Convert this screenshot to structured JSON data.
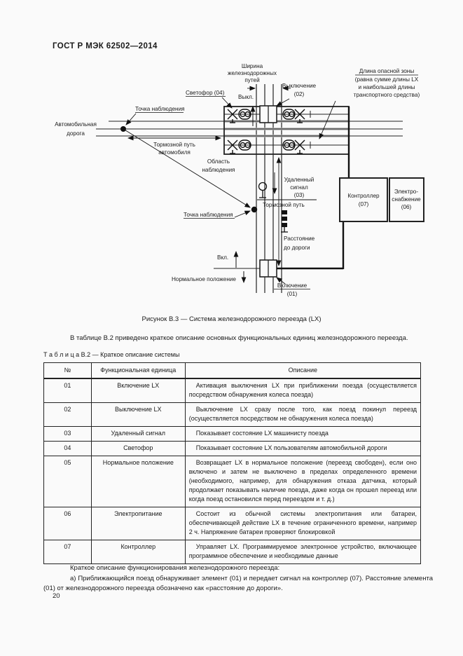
{
  "header": {
    "title": "ГОСТ Р МЭК  62502—2014"
  },
  "figure": {
    "caption": "Рисунок В.3 — Система железнодорожного переезда (LX)",
    "labels": {
      "track_width_1": "Ширина",
      "track_width_2": "железнодорожных",
      "track_width_3": "путей",
      "danger_1": "Длина опасной зоны",
      "danger_2": "(равна сумме длины LX",
      "danger_3": "и наибольшей длины",
      "danger_4": "транспортного средства)",
      "svetofor": "Светофор (04)",
      "vykl": "Выкл.",
      "off_1": "Выключение",
      "off_2": "(02)",
      "tochka1": "Точка наблюдения",
      "road_1": "Автомобильная",
      "road_2": "дорога",
      "brake_car_1": "Тормозной путь",
      "brake_car_2": "автомобиля",
      "oblast_1": "Область",
      "oblast_2": "наблюдения",
      "tochka2": "Точка наблюдения",
      "remote_1": "Удаленный",
      "remote_2": "сигнал",
      "remote_3": "(03)",
      "brake_train": "Тормозной путь",
      "distance_1": "Расстояние",
      "distance_2": "до дороги",
      "controller_1": "Контроллер",
      "controller_2": "(07)",
      "power_1": "Электро-",
      "power_2": "снабжение",
      "power_3": "(06)",
      "vkl": "Вкл.",
      "normal": "Нормальное положение",
      "on_1": "Включение",
      "on_2": "(01)"
    }
  },
  "intro": {
    "text": "В таблице В.2 приведено краткое описание основных функциональных единиц железнодорожного переезда."
  },
  "table": {
    "title": "Т а б л и ц а   В.2 — Краткое описание системы",
    "headers": {
      "num": "№",
      "unit": "Функциональная единица",
      "desc": "Описание"
    },
    "rows": [
      {
        "num": "01",
        "unit": "Включение LX",
        "desc": "Активация выключения LX при приближении поезда (осуществляется посредством обнаружения колеса поезда)"
      },
      {
        "num": "02",
        "unit": "Выключение LX",
        "desc": "Выключение LX сразу после того, как поезд покинул переезд (осуществляется посредством не обнаружения колеса поезда)"
      },
      {
        "num": "03",
        "unit": "Удаленный сигнал",
        "desc": "Показывает состояние LX машинисту поезда"
      },
      {
        "num": "04",
        "unit": "Светофор",
        "desc": "Показывает состояние LX пользователям автомобильной дороги"
      },
      {
        "num": "05",
        "unit": "Нормальное положение",
        "desc": "Возвращает LX в нормальное положение (переезд свободен), если оно включено и затем не выключено в пределах определенного времени (необходимого, например, для обнаружения отказа датчика, который продолжает показывать наличие поезда, даже когда он прошел переезд или когда поезд остановился перед переездом и т. д.)"
      },
      {
        "num": "06",
        "unit": "Электропитание",
        "desc": "Состоит из обычной системы электропитания или батареи, обеспечивающей действие LX в течение ограниченного времени, например 2 ч. Напряжение батареи проверяют блокировкой"
      },
      {
        "num": "07",
        "unit": "Контроллер",
        "desc": "Управляет LX. Программируемое электронное устройство, включающее программное обеспечение и необходимые данные"
      }
    ]
  },
  "footer": {
    "line1": "Краткое описание функционирования железнодорожного переезда:",
    "line2": "а) Приближающийся поезд обнаруживает элемент (01) и передает сигнал на контроллер (07). Расстояние элемента (01) от железнодорожного переезда обозначено как «расстояние до дороги»."
  },
  "page_number": "20"
}
